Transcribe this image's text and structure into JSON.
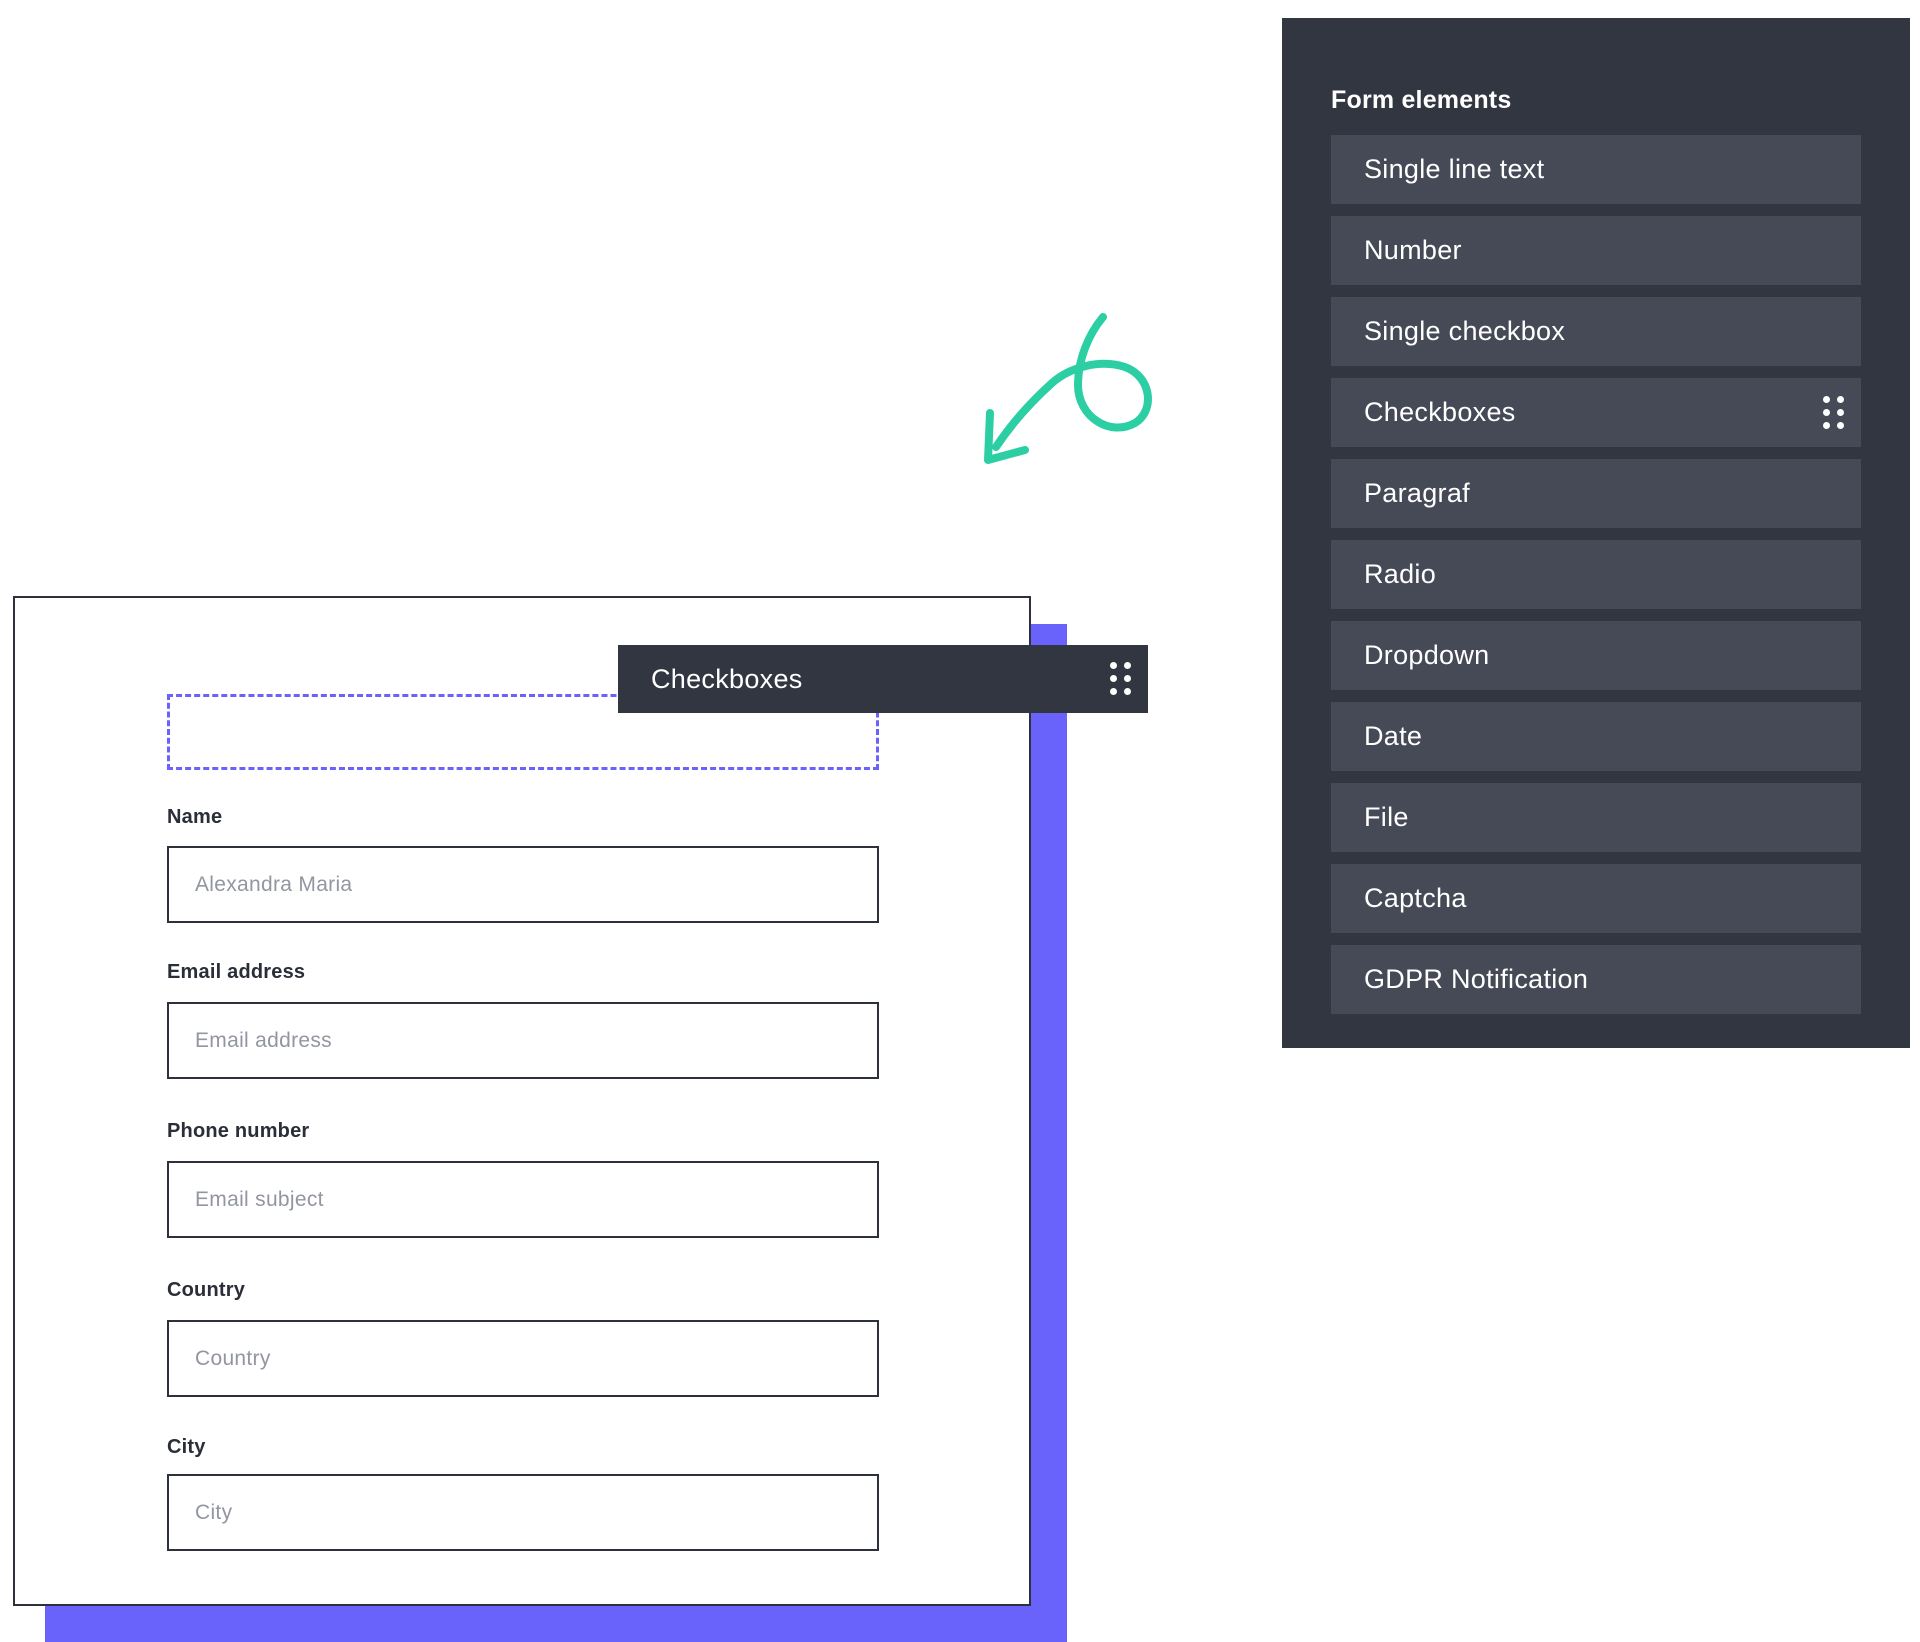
{
  "panel": {
    "title": "Form elements",
    "items": [
      {
        "label": "Single line text"
      },
      {
        "label": "Number"
      },
      {
        "label": "Single checkbox"
      },
      {
        "label": "Checkboxes",
        "drag_handle": "drag-grip-icon"
      },
      {
        "label": "Paragraf"
      },
      {
        "label": "Radio"
      },
      {
        "label": "Dropdown"
      },
      {
        "label": "Date"
      },
      {
        "label": "File"
      },
      {
        "label": "Captcha"
      },
      {
        "label": "GDPR Notification"
      }
    ]
  },
  "dragging": {
    "label": "Checkboxes",
    "icon": "drag-grip-icon"
  },
  "form": {
    "fields": [
      {
        "label": "Name",
        "placeholder": "Alexandra Maria"
      },
      {
        "label": "Email address",
        "placeholder": "Email address"
      },
      {
        "label": "Phone number",
        "placeholder": "Email subject"
      },
      {
        "label": "Country",
        "placeholder": "Country"
      },
      {
        "label": "City",
        "placeholder": "City"
      }
    ]
  },
  "colors": {
    "panel_bg": "#323641",
    "panel_item_bg": "#464a56",
    "accent": "#6a63fb",
    "arrow": "#2ccfa3"
  }
}
